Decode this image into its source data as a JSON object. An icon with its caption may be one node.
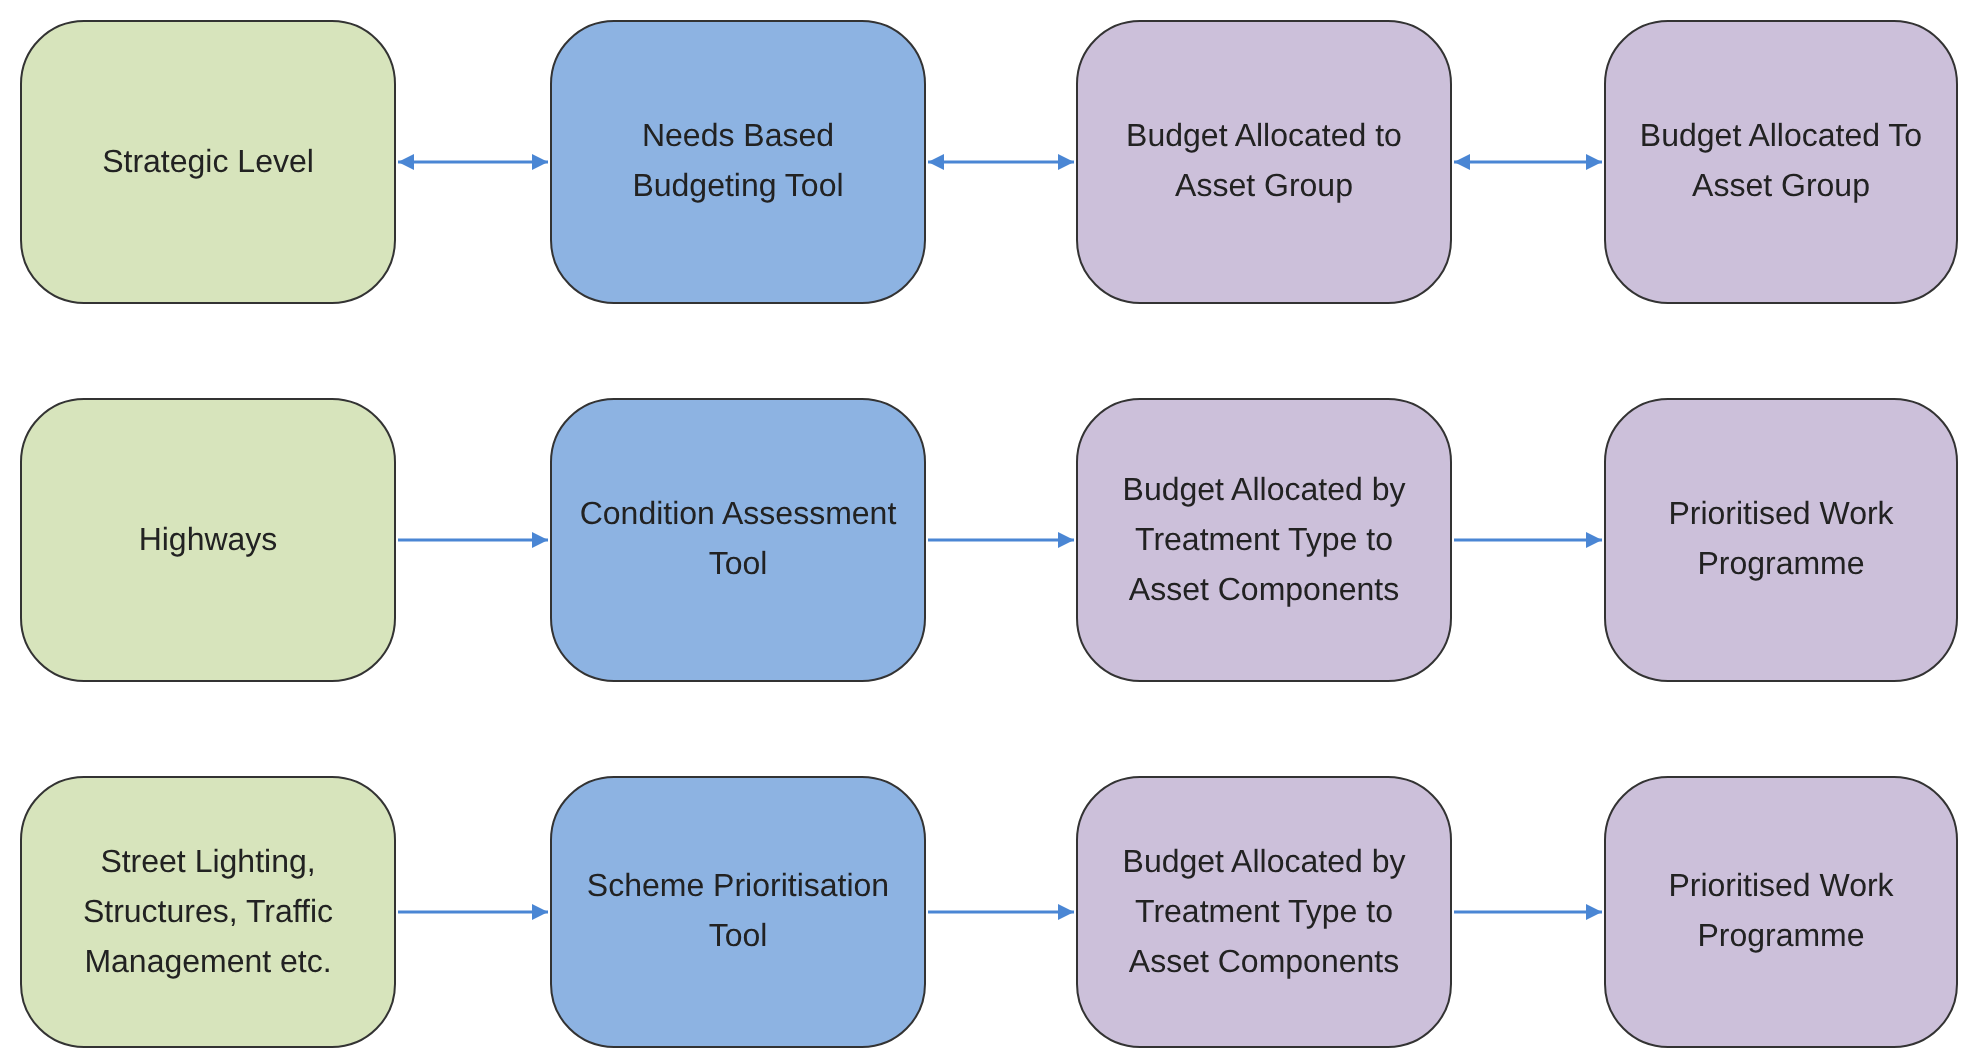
{
  "diagram": {
    "nodes": [
      {
        "text": [
          "Strategic Level"
        ]
      },
      {
        "text": [
          "Needs Based Budgeting Tool"
        ]
      },
      {
        "text": [
          "Budget Allocated to Asset Group"
        ]
      },
      {
        "text": [
          "Budget Allocated To Asset Group"
        ]
      },
      {
        "text": [
          "Highways"
        ]
      },
      {
        "text": [
          "Condition Assessment Tool"
        ]
      },
      {
        "text": [
          "Budget Allocated by Treatment Type to Asset Components"
        ]
      },
      {
        "text": [
          "Prioritised Work Programme"
        ]
      },
      {
        "text": [
          "Street Lighting, Structures, Traffic Management etc."
        ]
      },
      {
        "text": [
          "Scheme Prioritisation Tool"
        ]
      },
      {
        "text": [
          "Budget Allocated by Treatment Type to Asset Components"
        ]
      },
      {
        "text": [
          "Prioritised Work Programme"
        ]
      }
    ],
    "edges": [
      {
        "from": 0,
        "to": 1,
        "arrow": "both"
      },
      {
        "from": 1,
        "to": 2,
        "arrow": "both"
      },
      {
        "from": 2,
        "to": 3,
        "arrow": "both"
      },
      {
        "from": 4,
        "to": 5,
        "arrow": "to"
      },
      {
        "from": 5,
        "to": 6,
        "arrow": "to"
      },
      {
        "from": 6,
        "to": 7,
        "arrow": "to"
      },
      {
        "from": 8,
        "to": 9,
        "arrow": "to"
      },
      {
        "from": 9,
        "to": 10,
        "arrow": "to"
      },
      {
        "from": 10,
        "to": 11,
        "arrow": "to"
      }
    ]
  }
}
